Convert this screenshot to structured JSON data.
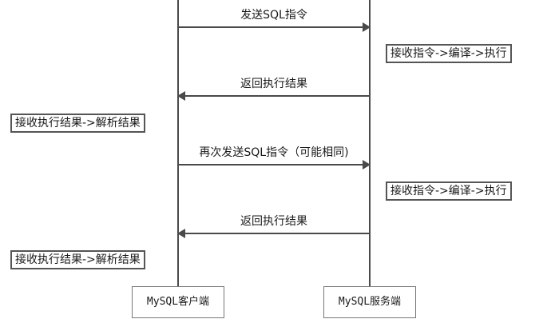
{
  "actors": {
    "client": "MySQL客户端",
    "server": "MySQL服务端"
  },
  "messages": [
    {
      "label": "发送SQL指令",
      "direction": "client-to-server"
    },
    {
      "label": "返回执行结果",
      "direction": "server-to-client"
    },
    {
      "label": "再次发送SQL指令（可能相同)",
      "direction": "client-to-server"
    },
    {
      "label": "返回执行结果",
      "direction": "server-to-client"
    }
  ],
  "notes": [
    {
      "text": "接收指令->编译->执行",
      "side": "server"
    },
    {
      "text": "接收执行结果->解析结果",
      "side": "client"
    },
    {
      "text": "接收指令->编译->执行",
      "side": "server"
    },
    {
      "text": "接收执行结果->解析结果",
      "side": "client"
    }
  ]
}
